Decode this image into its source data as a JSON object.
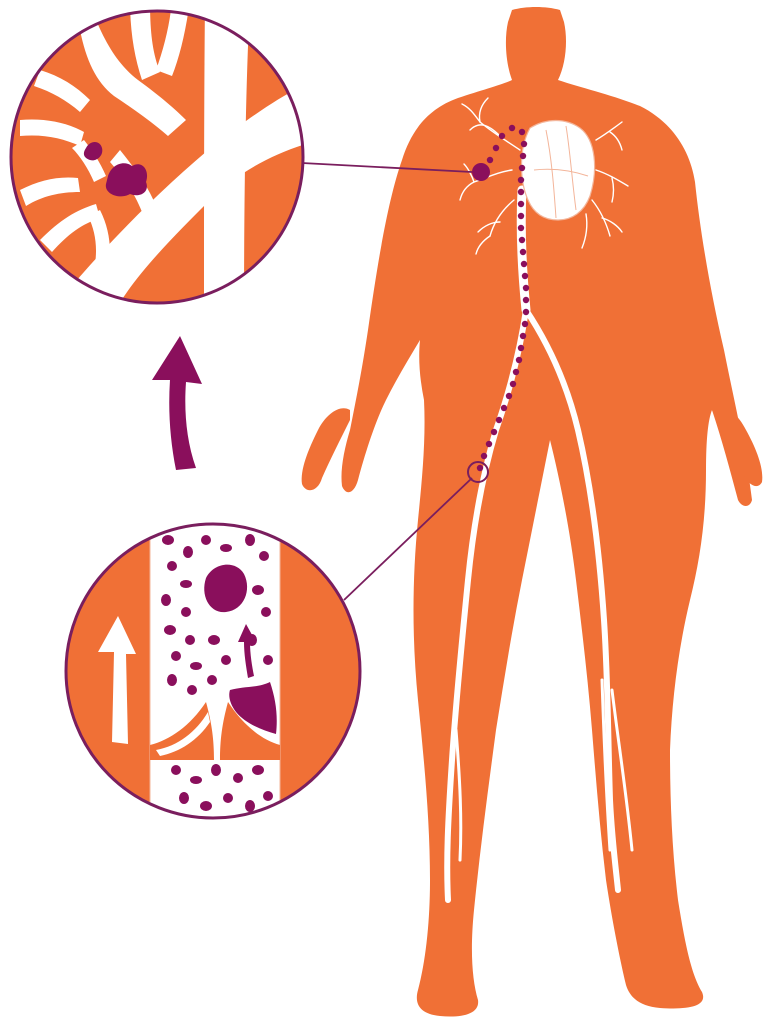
{
  "colors": {
    "body": "#F07036",
    "vessel": "#FFFFFF",
    "clot": "#8A0F5C",
    "outline": "#7A1E5E",
    "heart_line": "#F3B59A"
  },
  "illustration": {
    "subject": "human-silhouette-circulatory-system",
    "callouts": [
      {
        "id": "lung-arteries-inset",
        "icon": "magnifier-circle"
      },
      {
        "id": "leg-vein-inset",
        "icon": "magnifier-circle"
      }
    ],
    "arrows": [
      {
        "id": "progression-arrow",
        "direction": "up"
      },
      {
        "id": "blood-flow-arrow",
        "direction": "up"
      },
      {
        "id": "clot-detach-arrow",
        "direction": "up"
      }
    ]
  }
}
